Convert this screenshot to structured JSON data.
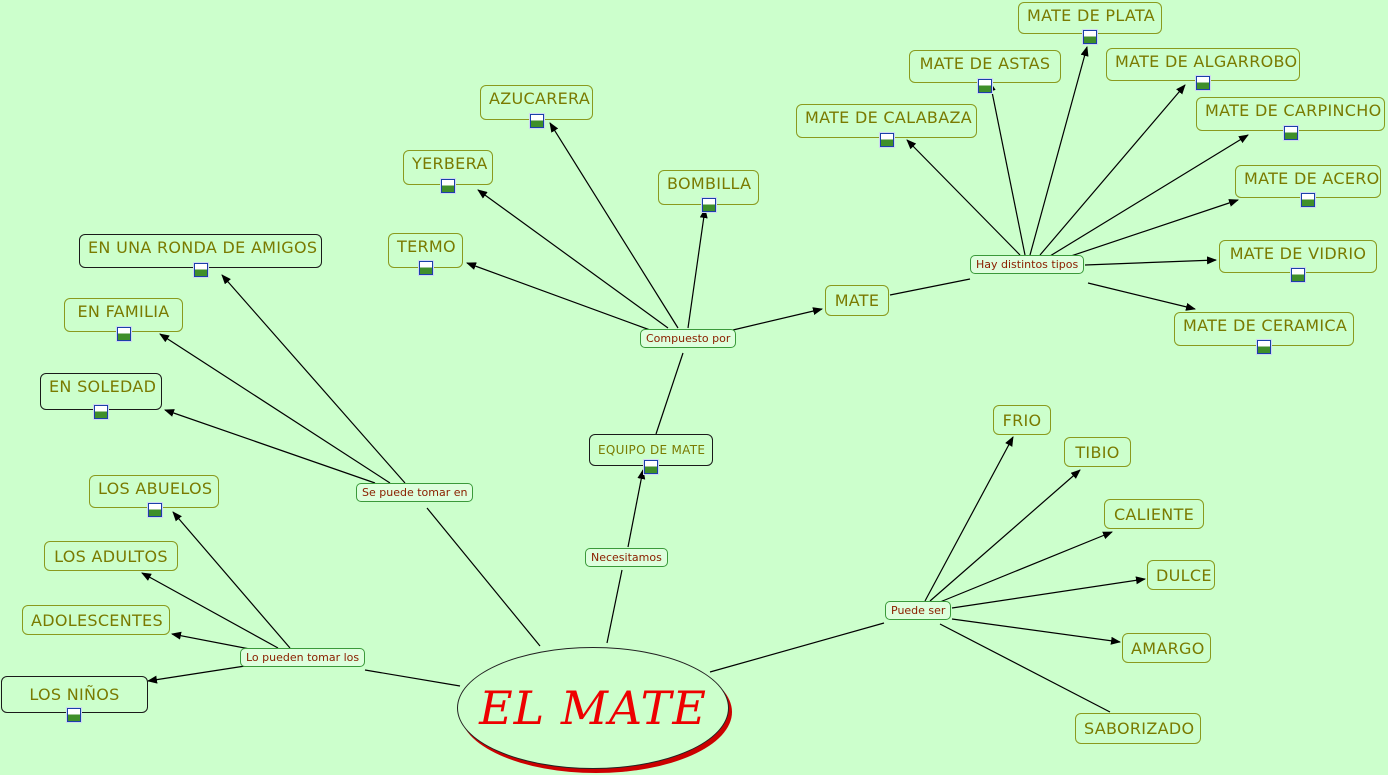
{
  "title": "EL MATE",
  "concepts": {
    "mate_plata": "MATE DE PLATA",
    "mate_astas": "MATE DE ASTAS",
    "mate_algarrobo": "MATE DE ALGARROBO",
    "mate_calabaza": "MATE DE CALABAZA",
    "mate_carpincho": "MATE DE CARPINCHO",
    "mate_acero": "MATE DE ACERO",
    "mate_vidrio": "MATE DE VIDRIO",
    "mate_ceramica": "MATE DE CERAMICA",
    "mate": "MATE",
    "azucarera": "AZUCARERA",
    "yerbera": "YERBERA",
    "bombilla": "BOMBILLA",
    "termo": "TERMO",
    "equipo": "EQUIPO DE MATE",
    "ronda": "EN UNA RONDA DE AMIGOS",
    "familia": "EN FAMILIA",
    "soledad": "EN SOLEDAD",
    "abuelos": "LOS ABUELOS",
    "adultos": "LOS ADULTOS",
    "adolescentes": "ADOLESCENTES",
    "ninos": "LOS NIÑOS",
    "frio": "FRIO",
    "tibio": "TIBIO",
    "caliente": "CALIENTE",
    "dulce": "DULCE",
    "amargo": "AMARGO",
    "saborizado": "SABORIZADO"
  },
  "phrases": {
    "hay_tipos": "Hay distintos tipos",
    "compuesto": "Compuesto por",
    "necesitamos": "Necesitamos",
    "se_puede": "Se puede tomar en",
    "lo_pueden": "Lo pueden tomar los",
    "puede_ser": "Puede ser"
  },
  "icons": {
    "resource": "image-resource-icon"
  },
  "colors": {
    "background": "#ccffcc",
    "concept_text": "#7a7a00",
    "phrase_text": "#8b2000",
    "title_text": "#ee0000"
  }
}
